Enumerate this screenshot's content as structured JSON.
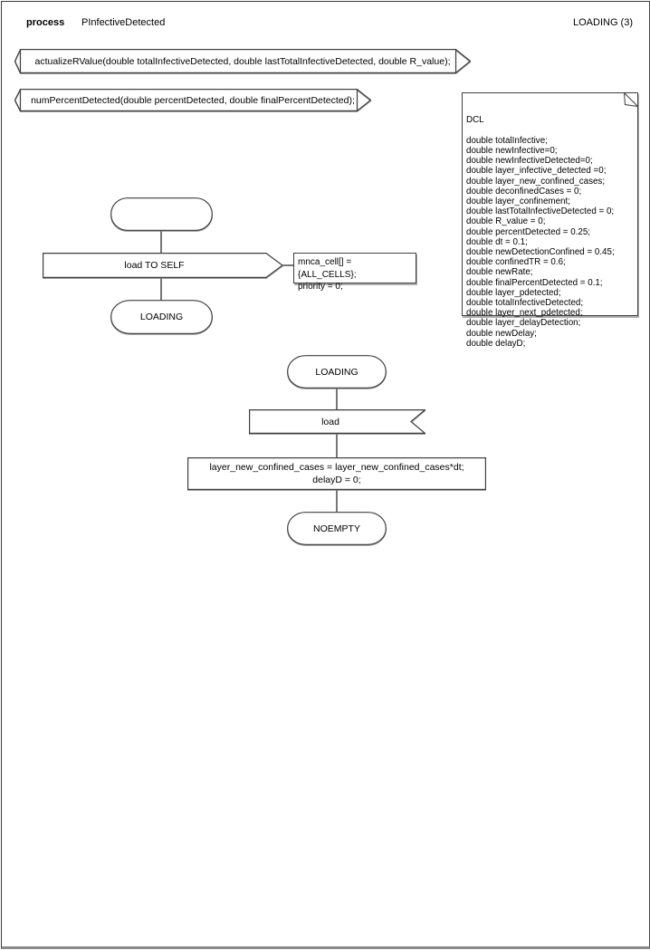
{
  "header": {
    "kind_label": "process",
    "process_name": "PInfectiveDetected",
    "state_indicator": "LOADING (3)"
  },
  "procedures": [
    {
      "signature": "actualizeRValue(double totalInfectiveDetected, double lastTotalInfectiveDetected, double R_value);"
    },
    {
      "signature": "numPercentDetected(double percentDetected, double finalPercentDetected);"
    }
  ],
  "declarations": {
    "title": "DCL",
    "lines": [
      "double totalInfective;",
      "double newInfective=0;",
      "double newInfectiveDetected=0;",
      "double layer_infective_detected =0;",
      "double layer_new_confined_cases;",
      "double deconfinedCases = 0;",
      "double layer_confinement;",
      "double lastTotalInfectiveDetected = 0;",
      "double R_value = 0;",
      "double percentDetected = 0.25;",
      "double dt = 0.1;",
      "double newDetectionConfined = 0.45;",
      "double confinedTR = 0.6;",
      "double newRate;",
      "double finalPercentDetected = 0.1;",
      "double layer_pdetected;",
      "double totalInfectiveDetected;",
      "double layer_next_pdetected;",
      "double layer_delayDetection;",
      "double newDelay;",
      "double delayD;"
    ]
  },
  "start_flow": {
    "output_label": "load TO SELF",
    "comment_lines": [
      "mnca_cell[] = {ALL_CELLS};",
      "priority = 0;"
    ],
    "next_state": "LOADING"
  },
  "loading_flow": {
    "state": "LOADING",
    "input_label": "load",
    "task_lines": [
      "layer_new_confined_cases = layer_new_confined_cases*dt;",
      "delayD = 0;"
    ],
    "next_state": "NOEMPTY"
  },
  "colors": {
    "stroke": "#3f3f3f",
    "connector": "#787878",
    "background": "#ffffff"
  }
}
